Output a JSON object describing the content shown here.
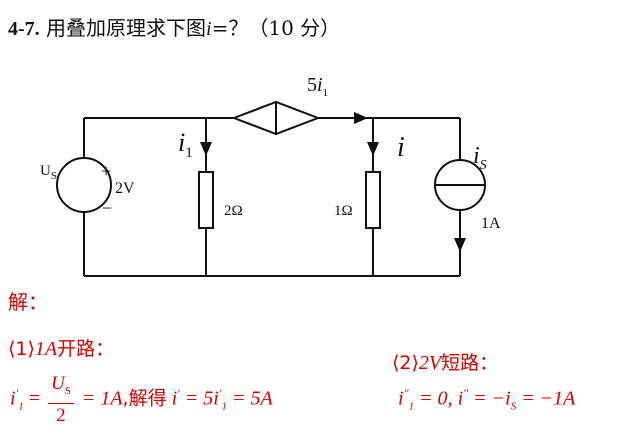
{
  "problem": {
    "number": "4-7.",
    "text_before": "用叠加原理求下图",
    "var": "i",
    "text_after": "=？（10 分）"
  },
  "circuit": {
    "source_label": "U",
    "source_sub": "S",
    "source_plus": "+",
    "source_minus": "−",
    "source_value": "2V",
    "r1_value": "2Ω",
    "r2_value": "1Ω",
    "dep_coef": "5",
    "dep_var": "i",
    "dep_sub": "1",
    "i1_var": "i",
    "i1_sub": "1",
    "i_var": "i",
    "is_var": "i",
    "is_sub": "S",
    "is_value": "1A"
  },
  "solution": {
    "title": "解：",
    "case1": {
      "marker": "⟨1⟩",
      "source": "1A",
      "text": "开路："
    },
    "case2": {
      "marker": "⟨2⟩",
      "source": "2V",
      "text": "短路："
    },
    "eq1": {
      "lhs_var": "i",
      "lhs_prime": "′",
      "lhs_sub": "1",
      "num": "U",
      "num_sub": "S",
      "den": "2",
      "val": "= 1A",
      "text": ",解得",
      "rhs_var": "i",
      "rhs_prime": "′",
      "rhs_eq": "= 5",
      "rhs_var2": "i",
      "rhs_prime2": "′",
      "rhs_sub2": "1",
      "rhs_val": "= 5A"
    },
    "eq2": {
      "var1": "i",
      "prime1": "″",
      "sub1": "1",
      "val1": "= 0,",
      "var2": "i",
      "prime2": "″",
      "mid": "= −",
      "var3": "i",
      "sub3": "S",
      "val3": "= −1A"
    }
  }
}
